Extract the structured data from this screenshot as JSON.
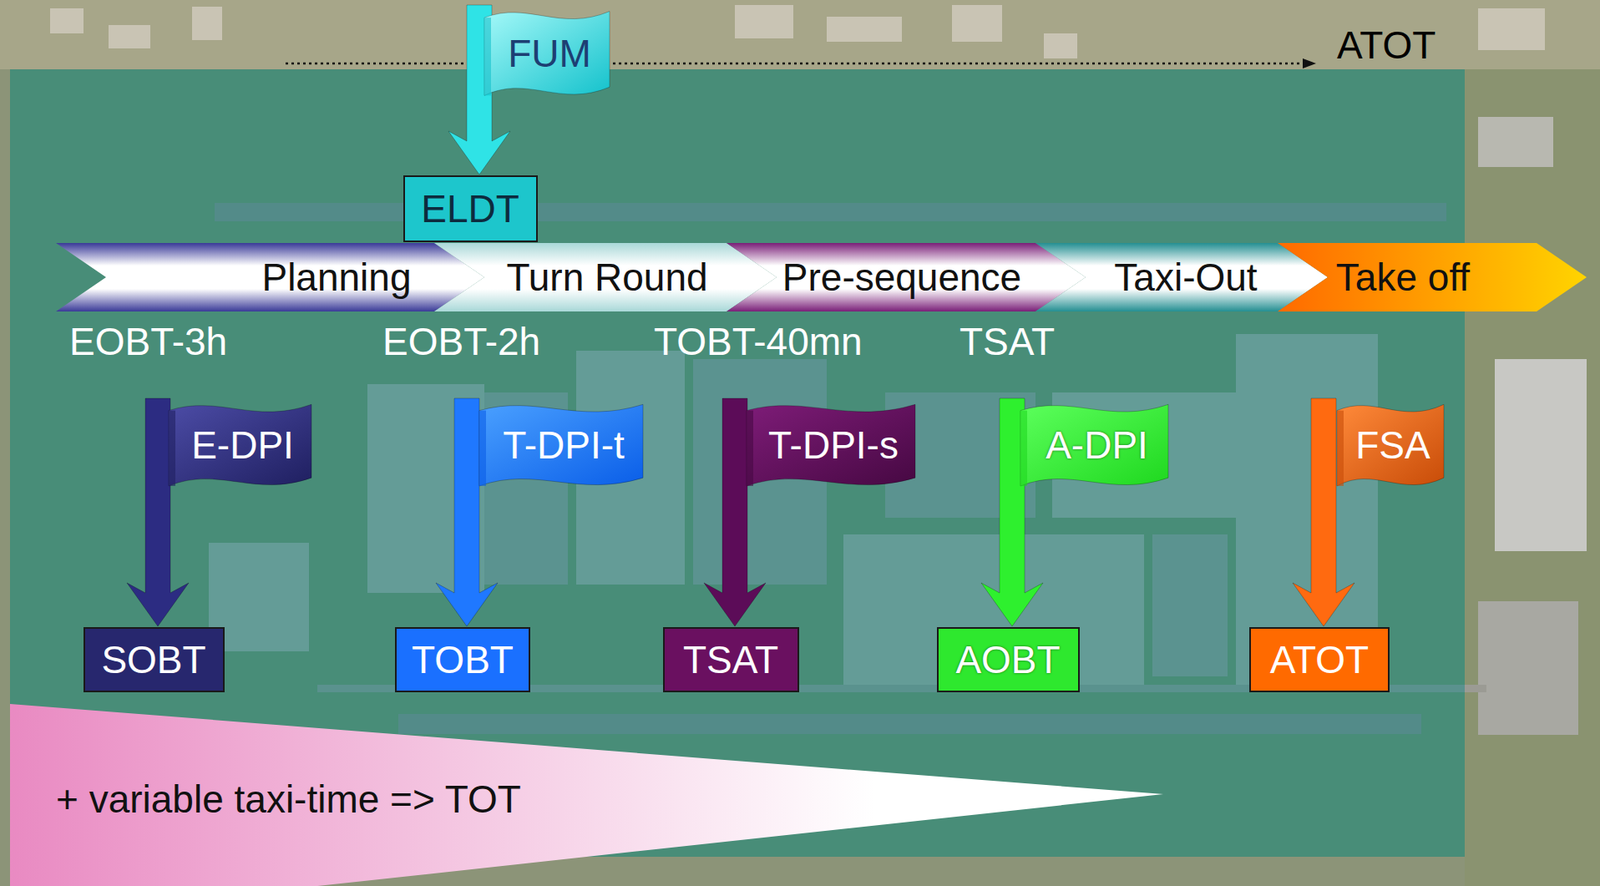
{
  "diagram": {
    "nodes": [
      {
        "text": [
          "FUM"
        ]
      },
      {
        "text": [
          "ELDT"
        ]
      },
      {
        "text": [
          "Planning"
        ]
      },
      {
        "text": [
          "Turn Round"
        ]
      },
      {
        "text": [
          "Pre-sequence"
        ]
      },
      {
        "text": [
          "Taxi-Out"
        ]
      },
      {
        "text": [
          "Take off"
        ]
      },
      {
        "text": [
          "E-DPI"
        ]
      },
      {
        "text": [
          "T-DPI-t"
        ]
      },
      {
        "text": [
          "T-DPI-s"
        ]
      },
      {
        "text": [
          "A-DPI"
        ]
      },
      {
        "text": [
          "FSA"
        ]
      },
      {
        "text": [
          "SOBT"
        ]
      },
      {
        "text": [
          "TOBT"
        ]
      },
      {
        "text": [
          "TSAT"
        ]
      },
      {
        "text": [
          "AOBT"
        ]
      },
      {
        "text": [
          "ATOT"
        ]
      },
      {
        "text": [
          "+ variable taxi-time => TOT"
        ]
      }
    ],
    "edges": [
      {
        "from": 0,
        "to": 1,
        "arrow": "to"
      },
      {
        "from": 7,
        "to": 12,
        "arrow": "to"
      },
      {
        "from": 8,
        "to": 13,
        "arrow": "to"
      },
      {
        "from": 9,
        "to": 14,
        "arrow": "to"
      },
      {
        "from": 10,
        "to": 15,
        "arrow": "to"
      },
      {
        "from": 11,
        "to": 16,
        "arrow": "to"
      }
    ],
    "labels": [
      "ATOT",
      "EOBT-3h",
      "EOBT-2h",
      "TOBT-40mn",
      "TSAT"
    ]
  }
}
